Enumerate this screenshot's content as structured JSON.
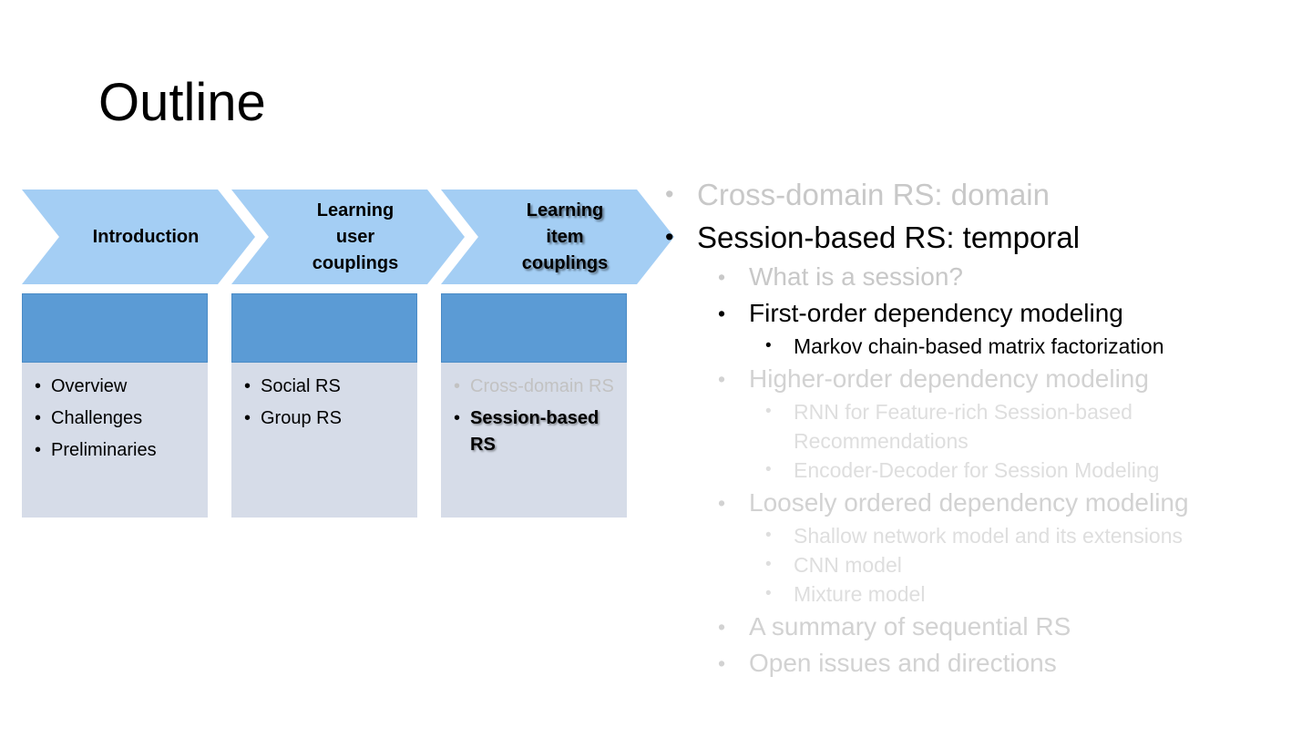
{
  "slide": {
    "title": "Outline",
    "background": "#ffffff"
  },
  "colors": {
    "chevron_fill": "#A4CEF4",
    "box_header": "#5B9BD5",
    "box_body": "#D6DCE8",
    "active_text": "#000000",
    "dim_level1": "#C8C8C8",
    "dim_level2": "#D2D2D2",
    "dim_level3": "#DEDEDE"
  },
  "chevrons": [
    {
      "label": "Introduction",
      "shadowed": false
    },
    {
      "label": "Learning\nuser\ncouplings",
      "shadowed": false
    },
    {
      "label": "Learning\nitem\ncouplings",
      "shadowed": true
    }
  ],
  "columns": [
    {
      "header": "",
      "items": [
        {
          "label": "Overview",
          "state": "normal"
        },
        {
          "label": "Challenges",
          "state": "normal"
        },
        {
          "label": "Preliminaries",
          "state": "normal"
        }
      ]
    },
    {
      "header": "",
      "items": [
        {
          "label": "Social RS",
          "state": "normal"
        },
        {
          "label": "Group RS",
          "state": "normal"
        }
      ]
    },
    {
      "header": "",
      "items": [
        {
          "label": "Cross-domain RS",
          "state": "dim"
        },
        {
          "label": "Session-based RS",
          "state": "strong"
        }
      ]
    }
  ],
  "outline": [
    {
      "level": 1,
      "text": "Cross-domain RS: domain",
      "state": "dim1"
    },
    {
      "level": 1,
      "text": "Session-based RS: temporal",
      "state": "active"
    },
    {
      "level": 2,
      "text": "What is a session?",
      "state": "dim1"
    },
    {
      "level": 2,
      "text": "First-order dependency modeling",
      "state": "active"
    },
    {
      "level": 3,
      "text": "Markov chain-based matrix factorization",
      "state": "active"
    },
    {
      "level": 2,
      "text": "Higher-order dependency modeling",
      "state": "dim2"
    },
    {
      "level": 3,
      "text": "RNN for Feature-rich Session-based\nRecommendations",
      "state": "dim3",
      "wrap": true
    },
    {
      "level": 3,
      "text": "Encoder-Decoder for Session Modeling",
      "state": "dim3"
    },
    {
      "level": 2,
      "text": "Loosely ordered dependency modeling",
      "state": "dim2"
    },
    {
      "level": 3,
      "text": "Shallow network  model and  its extensions",
      "state": "dim3"
    },
    {
      "level": 3,
      "text": "CNN model",
      "state": "dim3"
    },
    {
      "level": 3,
      "text": "Mixture model",
      "state": "dim3"
    },
    {
      "level": 2,
      "text": "A summary of sequential RS",
      "state": "dim2"
    },
    {
      "level": 2,
      "text": "Open issues and directions",
      "state": "dim2"
    }
  ],
  "icons": {
    "bullet": "•"
  }
}
